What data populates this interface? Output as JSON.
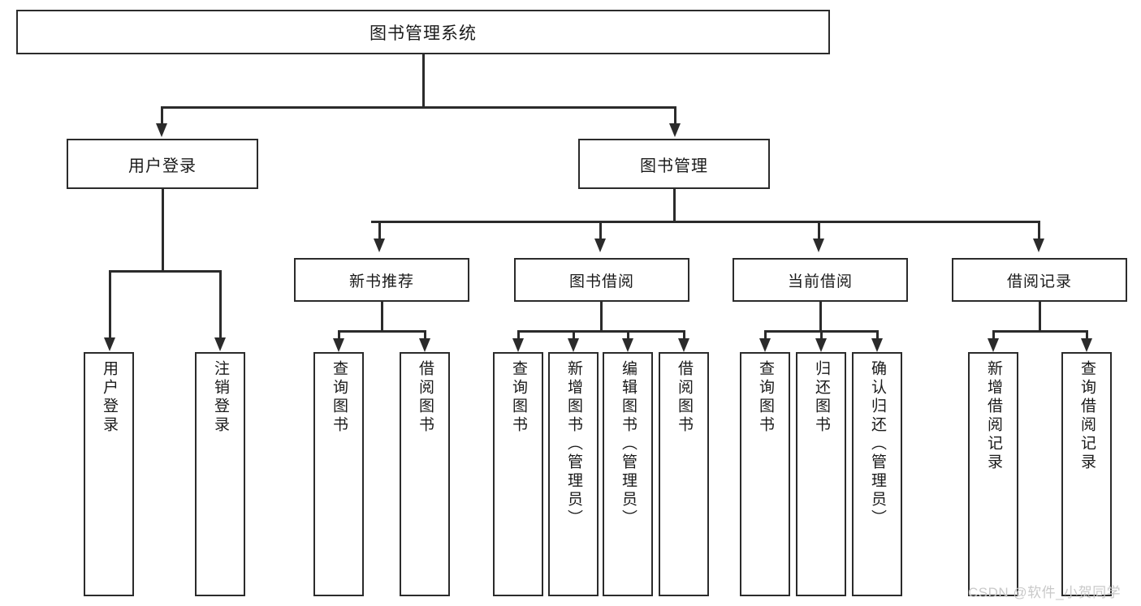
{
  "diagram": {
    "type": "tree-hierarchy-chart",
    "title": "图书管理系统",
    "background_color": "#ffffff",
    "line_color": "#2b2b2b",
    "text_color": "#1a1a1a"
  },
  "root": {
    "label": "图书管理系统"
  },
  "level1": [
    {
      "id": "user-login",
      "label": "用户登录"
    },
    {
      "id": "book-management",
      "label": "图书管理"
    }
  ],
  "level2": [
    {
      "id": "new-book-recommend",
      "label": "新书推荐"
    },
    {
      "id": "book-borrow",
      "label": "图书借阅"
    },
    {
      "id": "current-borrow",
      "label": "当前借阅"
    },
    {
      "id": "borrow-record",
      "label": "借阅记录"
    }
  ],
  "leaves": {
    "user_login": [
      {
        "id": "leaf-user-login",
        "label": "用户登录"
      },
      {
        "id": "leaf-logout",
        "label": "注销登录"
      }
    ],
    "new_book_recommend": [
      {
        "id": "leaf-query-book-1",
        "label": "查询图书"
      },
      {
        "id": "leaf-borrow-book-1",
        "label": "借阅图书"
      }
    ],
    "book_borrow": [
      {
        "id": "leaf-query-book-2",
        "label": "查询图书"
      },
      {
        "id": "leaf-add-book",
        "label": "新增图书（管理员）"
      },
      {
        "id": "leaf-edit-book",
        "label": "编辑图书（管理员）"
      },
      {
        "id": "leaf-borrow-book-2",
        "label": "借阅图书"
      }
    ],
    "current_borrow": [
      {
        "id": "leaf-query-book-3",
        "label": "查询图书"
      },
      {
        "id": "leaf-return-book",
        "label": "归还图书"
      },
      {
        "id": "leaf-confirm-return",
        "label": "确认归还（管理员）"
      }
    ],
    "borrow_record": [
      {
        "id": "leaf-add-record",
        "label": "新增借阅记录"
      },
      {
        "id": "leaf-query-record",
        "label": "查询借阅记录"
      }
    ]
  },
  "watermark": {
    "text": "CSDN @软件_小贺同学"
  }
}
